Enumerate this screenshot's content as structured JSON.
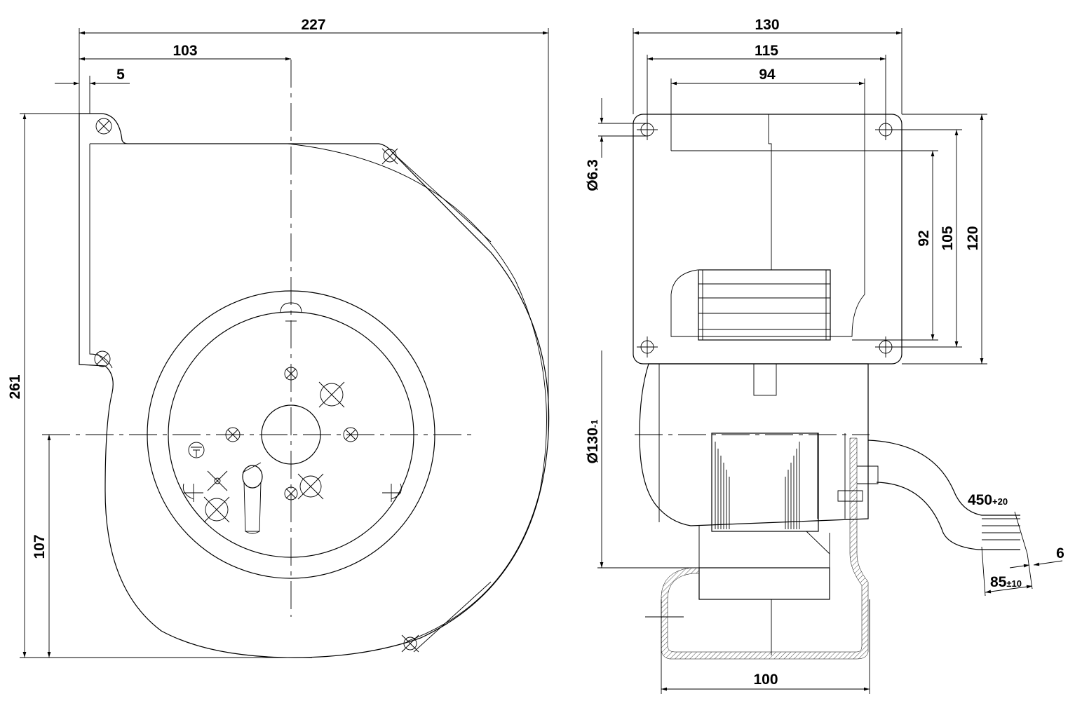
{
  "dimensions": {
    "front_width": "227",
    "front_center_offset": "103",
    "front_flange": "5",
    "front_height": "261",
    "front_axis_height": "107",
    "side_width_outer": "130",
    "side_hole_spacing": "115",
    "side_inner_width": "94",
    "hole_diameter": "Ø6.3",
    "side_height_inner": "92",
    "side_hole_vertical": "105",
    "side_height_outer": "120",
    "motor_diameter": "Ø130",
    "motor_diameter_tol": "-1",
    "outlet_width": "100",
    "cable_length": "450",
    "cable_length_tol": "+20",
    "wire_strip": "6",
    "wire_length": "85",
    "wire_length_tol": "±10"
  }
}
